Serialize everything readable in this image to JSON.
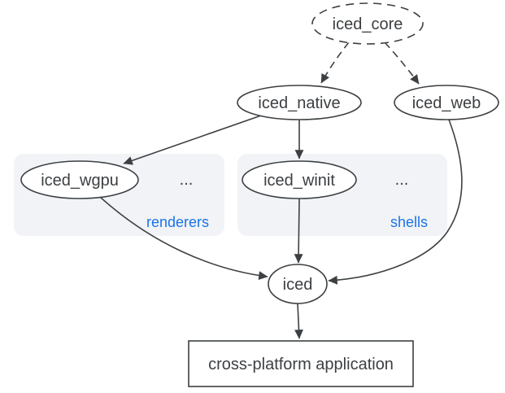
{
  "diagram": {
    "nodes": {
      "iced_core": {
        "label": "iced_core",
        "shape": "ellipse",
        "border": "dashed"
      },
      "iced_native": {
        "label": "iced_native",
        "shape": "ellipse",
        "border": "solid"
      },
      "iced_web": {
        "label": "iced_web",
        "shape": "ellipse",
        "border": "solid"
      },
      "iced_wgpu": {
        "label": "iced_wgpu",
        "shape": "ellipse",
        "border": "solid"
      },
      "iced_winit": {
        "label": "iced_winit",
        "shape": "ellipse",
        "border": "solid"
      },
      "iced": {
        "label": "iced",
        "shape": "ellipse",
        "border": "solid"
      },
      "app": {
        "label": "cross-platform application",
        "shape": "rect",
        "border": "solid"
      }
    },
    "groups": {
      "renderers": {
        "label": "renderers",
        "ellipsis": "...",
        "members": [
          "iced_wgpu"
        ]
      },
      "shells": {
        "label": "shells",
        "ellipsis": "...",
        "members": [
          "iced_winit"
        ]
      }
    },
    "edges": [
      {
        "from": "iced_core",
        "to": "iced_native",
        "style": "dashed"
      },
      {
        "from": "iced_core",
        "to": "iced_web",
        "style": "dashed"
      },
      {
        "from": "iced_native",
        "to": "iced_wgpu",
        "style": "solid"
      },
      {
        "from": "iced_native",
        "to": "iced_winit",
        "style": "solid"
      },
      {
        "from": "iced_wgpu",
        "to": "iced",
        "style": "solid"
      },
      {
        "from": "iced_winit",
        "to": "iced",
        "style": "solid"
      },
      {
        "from": "iced_web",
        "to": "iced",
        "style": "solid"
      },
      {
        "from": "iced",
        "to": "app",
        "style": "solid"
      }
    ],
    "colors": {
      "ink": "#3c4043",
      "accent_blue": "#1a73e8",
      "group_fill": "#f2f3f6",
      "background": "#ffffff"
    }
  }
}
